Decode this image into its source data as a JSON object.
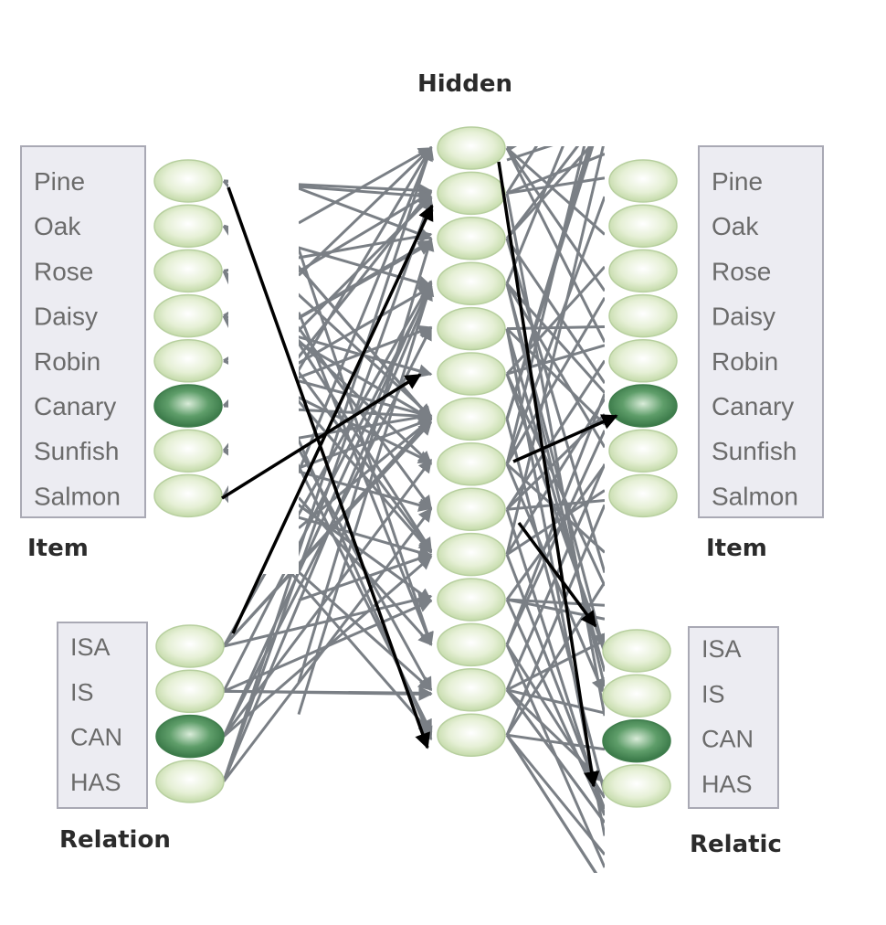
{
  "labels": {
    "hidden": "Hidden",
    "item_left": "Item",
    "relation_left": "Relation",
    "item_right": "Item",
    "relation_right": "Relatic"
  },
  "items": [
    "Pine",
    "Oak",
    "Rose",
    "Daisy",
    "Robin",
    "Canary",
    "Sunfish",
    "Salmon"
  ],
  "relations": [
    "ISA",
    "IS",
    "CAN",
    "HAS"
  ],
  "active": {
    "item": "Canary",
    "relation": "CAN",
    "output_item": "Canary",
    "output_relation": "CAN"
  },
  "colors": {
    "node_light": "#d8e9c4",
    "node_active": "#4d8c5a",
    "node_stroke": "#b7cf9f",
    "gray_edge": "#7a7f85",
    "black_edge": "#000000",
    "box_fill": "#ececf2"
  },
  "hidden_count": 14
}
